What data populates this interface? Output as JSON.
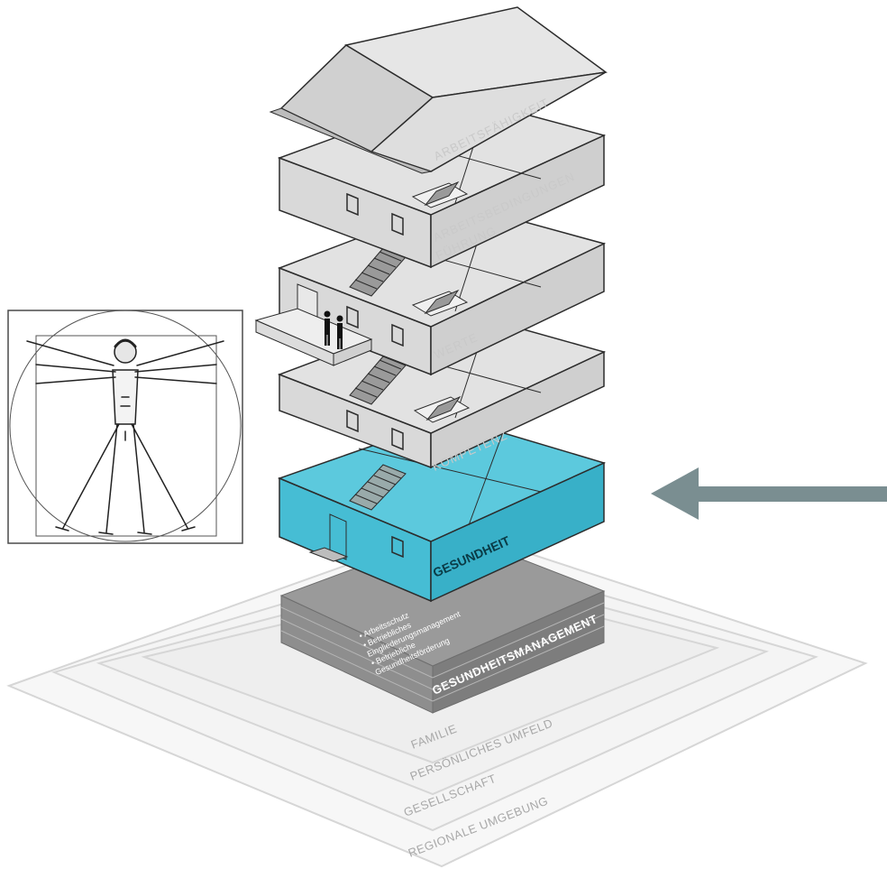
{
  "layers": {
    "arbeitsfaehigkeit": "ARBEITSFÄHIGKEIT",
    "arbeitsbedingungen": "ARBEITSBEDINGUNGEN",
    "fuehrung": "FÜHRUNG",
    "werte": "WERTE",
    "kompetenz": "KOMPETENZ",
    "gesundheit": "GESUNDHEIT"
  },
  "foundation": {
    "title": "GESUNDHEITSMANAGEMENT",
    "items": [
      "• Arbeitsschutz",
      "• Betriebliches",
      "  Eingliederungsmanagement",
      "• Betriebliche",
      "  Gesundheitsförderung"
    ]
  },
  "ground": {
    "familie": "FAMILIE",
    "persoenliches_umfeld": "PERSÖNLICHES UMFELD",
    "gesellschaft": "GESELLSCHAFT",
    "regionale_umgebung": "REGIONALE UMGEBUNG"
  },
  "colors": {
    "house_grey": "#d9d9d9",
    "house_edge": "#3a3a3a",
    "health_blue": "#3fb8d0",
    "arrow_grey": "#7a8e91",
    "foundation_grey": "#8a8a8a"
  }
}
